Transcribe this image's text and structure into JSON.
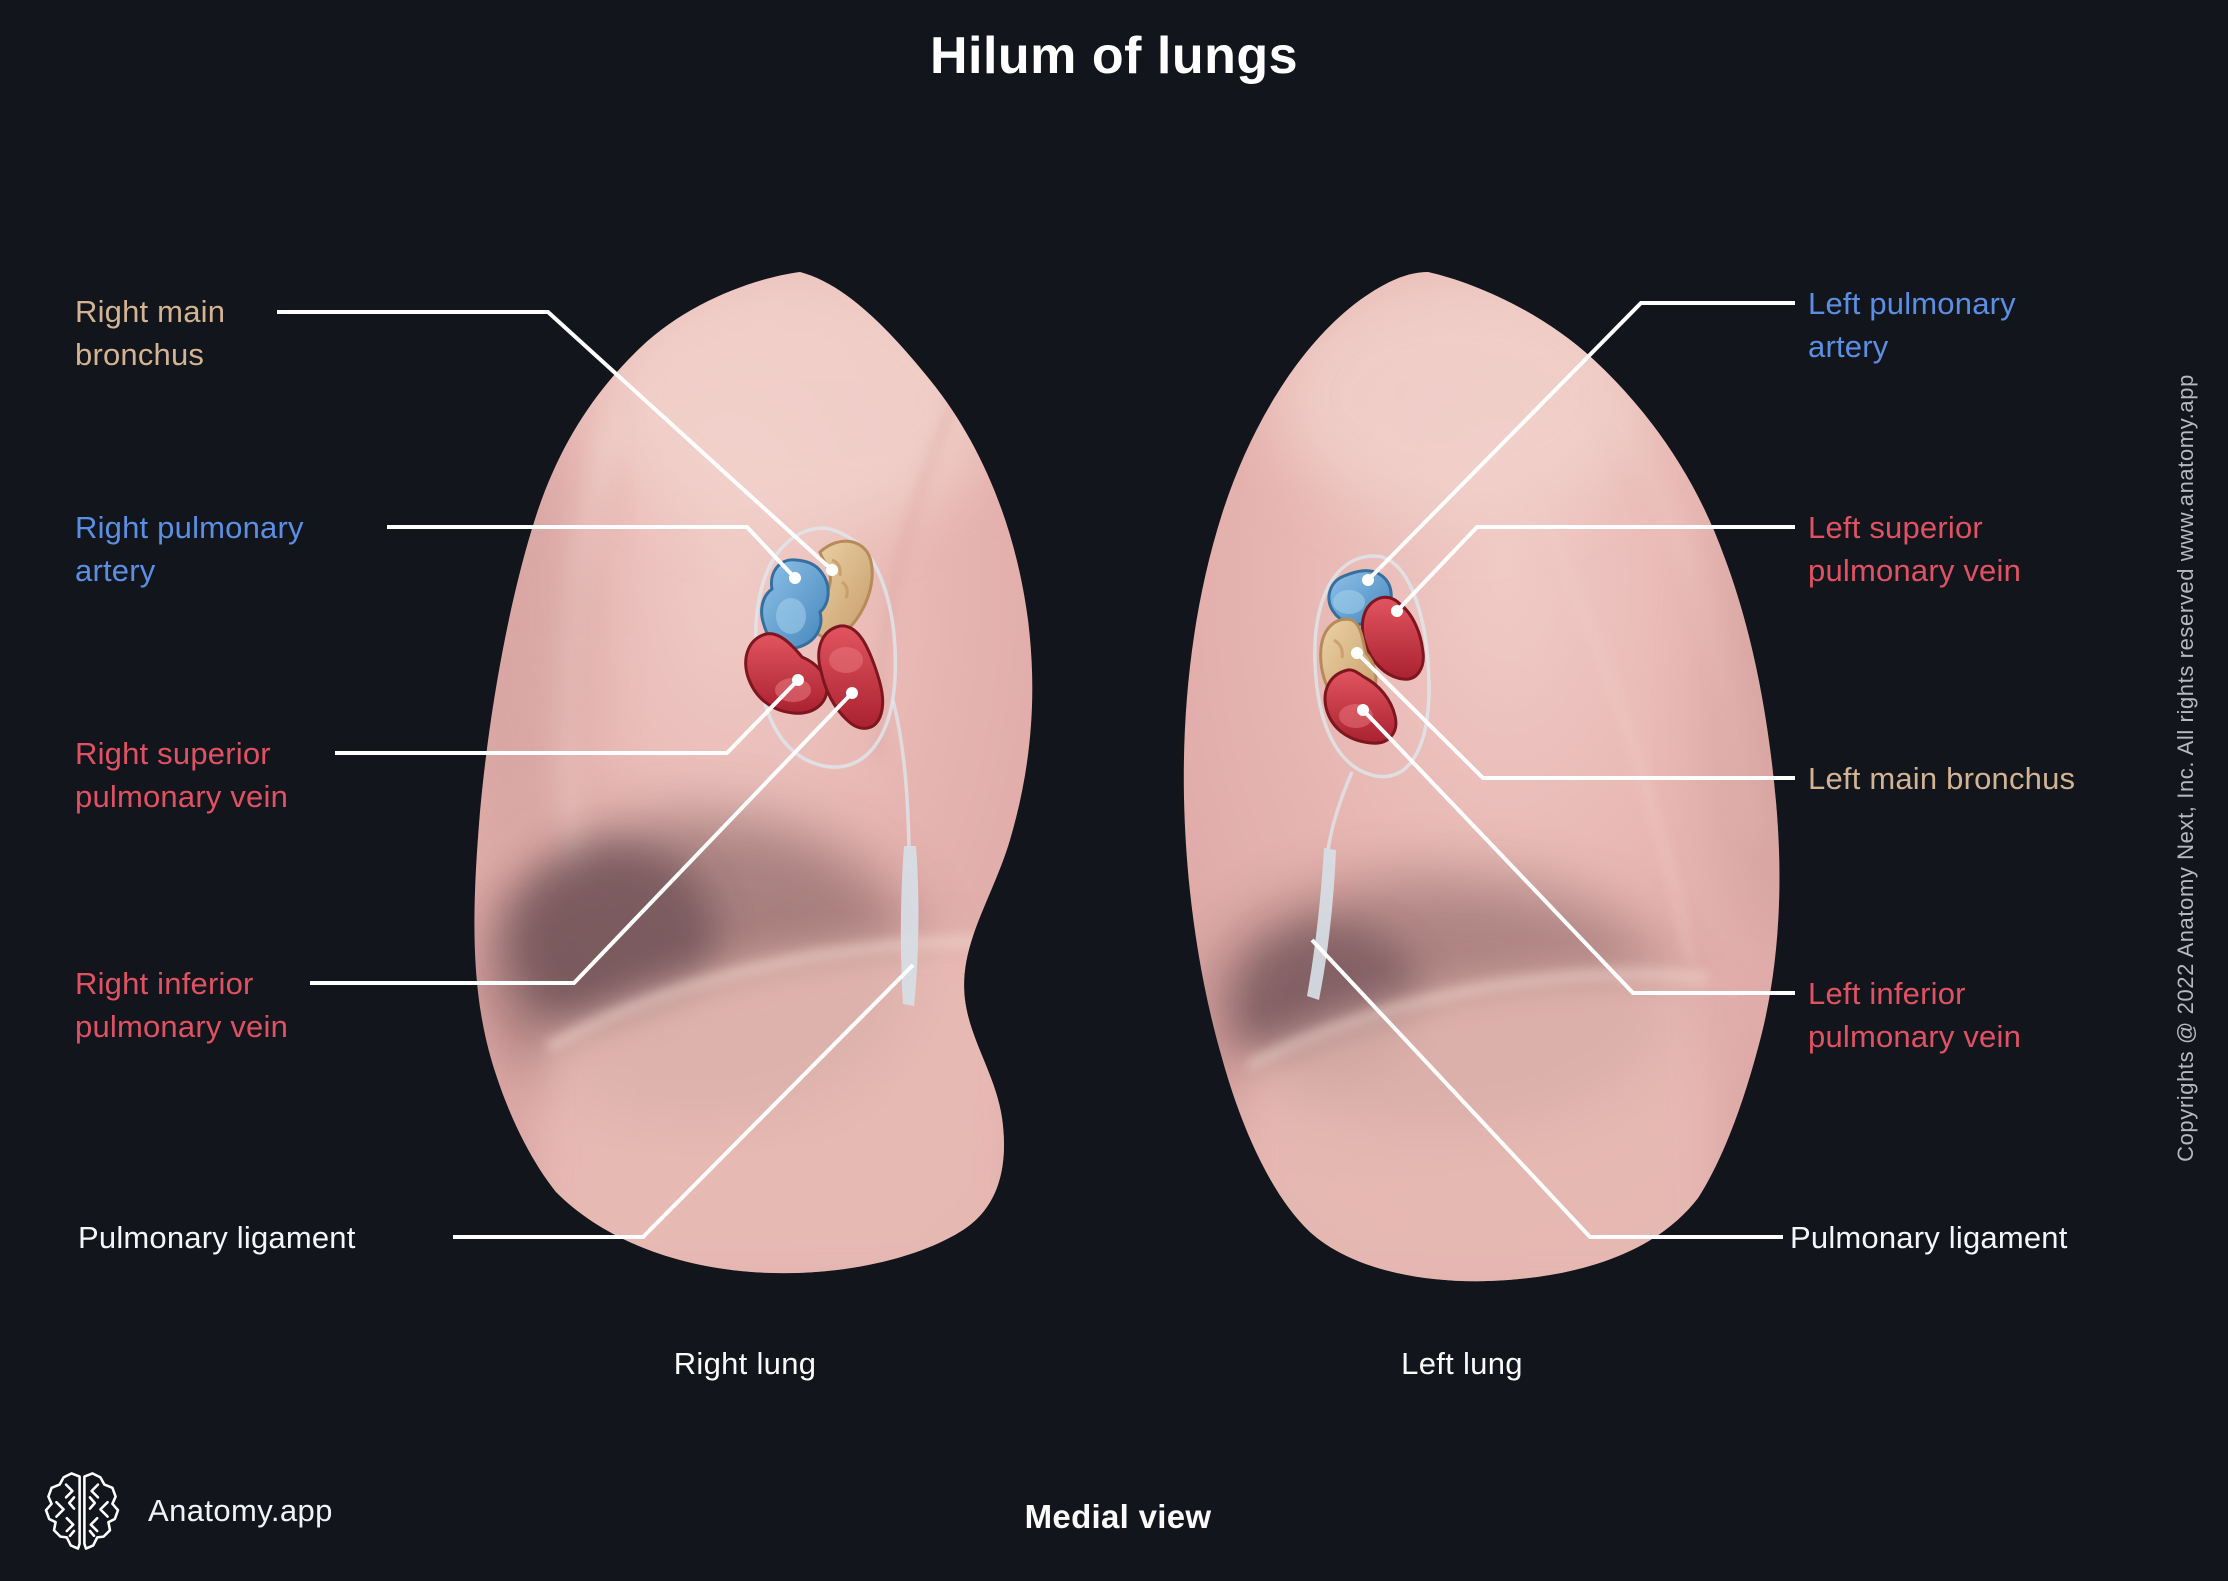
{
  "title": "Hilum of lungs",
  "colors": {
    "background": "#13151c",
    "label_white": "#f5f6f8",
    "label_blue": "#5b8fe3",
    "label_red": "#e05263",
    "label_tan": "#d2b492",
    "copyright_gray": "#b6b9bf",
    "leader_line": "#ffffff",
    "lung_pink": "#e6b4b0",
    "artery_blue": "#5aa0d8",
    "vein_red": "#cf2d3a",
    "bronchus_tan": "#dfc094",
    "ligament_white": "#d7dee6"
  },
  "labels": {
    "right_lung": [
      {
        "text": "Right main bronchus",
        "color": "tan",
        "structure": "bronchus"
      },
      {
        "text": "Right pulmonary artery",
        "color": "blue",
        "structure": "artery"
      },
      {
        "text": "Right superior pulmonary vein",
        "color": "red",
        "structure": "vein"
      },
      {
        "text": "Right inferior pulmonary vein",
        "color": "red",
        "structure": "vein"
      },
      {
        "text": "Pulmonary ligament",
        "color": "white",
        "structure": "ligament"
      }
    ],
    "left_lung": [
      {
        "text": "Left pulmonary artery",
        "color": "blue",
        "structure": "artery"
      },
      {
        "text": "Left superior pulmonary vein",
        "color": "red",
        "structure": "vein"
      },
      {
        "text": "Left main bronchus",
        "color": "tan",
        "structure": "bronchus"
      },
      {
        "text": "Left inferior pulmonary vein",
        "color": "red",
        "structure": "vein"
      },
      {
        "text": "Pulmonary ligament",
        "color": "white",
        "structure": "ligament"
      }
    ]
  },
  "captions": {
    "left_figure": "Right lung",
    "right_figure": "Left lung",
    "view": "Medial view"
  },
  "branding": {
    "app_name": "Anatomy.app",
    "logo_icon": "brain-logo-icon"
  },
  "copyright": "Copyrights @ 2022 Anatomy Next, Inc. All rights reserved www.anatomy.app"
}
